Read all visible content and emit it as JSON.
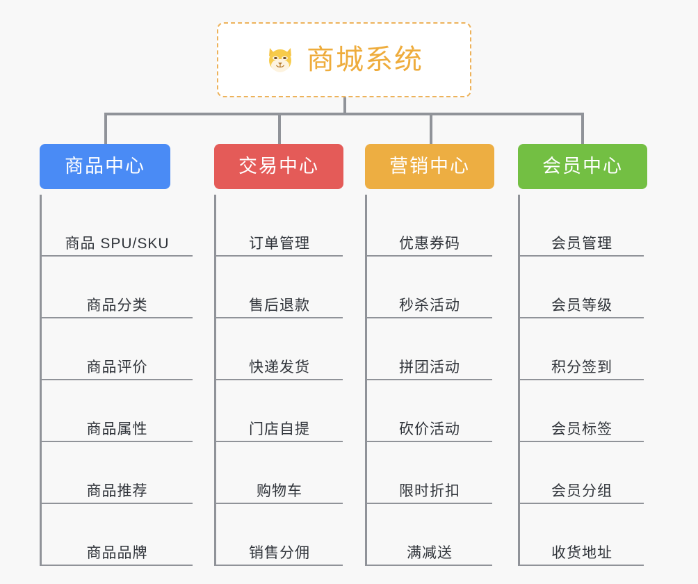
{
  "root": {
    "icon": "shiba-dog-face-icon",
    "title": "商城系统",
    "border_color": "#edb25a",
    "text_color": "#eeac3c"
  },
  "connector_color": "#909399",
  "columns": [
    {
      "key": "product-center",
      "label": "商品中心",
      "color": "#4a8bf5",
      "items": [
        "商品 SPU/SKU",
        "商品分类",
        "商品评价",
        "商品属性",
        "商品推荐",
        "商品品牌"
      ]
    },
    {
      "key": "trade-center",
      "label": "交易中心",
      "color": "#e45b58",
      "items": [
        "订单管理",
        "售后退款",
        "快递发货",
        "门店自提",
        "购物车",
        "销售分佣"
      ]
    },
    {
      "key": "marketing-center",
      "label": "营销中心",
      "color": "#edae42",
      "items": [
        "优惠券码",
        "秒杀活动",
        "拼团活动",
        "砍价活动",
        "限时折扣",
        "满减送"
      ]
    },
    {
      "key": "member-center",
      "label": "会员中心",
      "color": "#73bf43",
      "items": [
        "会员管理",
        "会员等级",
        "积分签到",
        "会员标签",
        "会员分组",
        "收货地址"
      ]
    }
  ]
}
